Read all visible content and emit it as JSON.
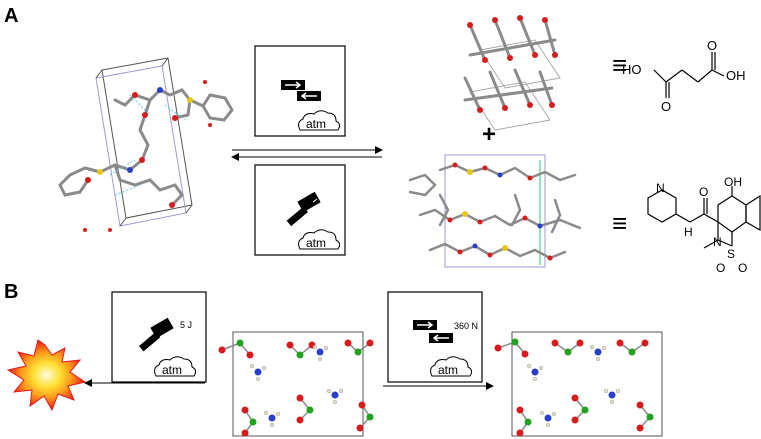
{
  "panels": {
    "a_label": "A",
    "b_label": "B",
    "plus": "+",
    "equiv": "≡"
  },
  "pressure_box": {
    "label": "atm"
  },
  "hammer_box": {
    "label": "atm"
  },
  "impact_box": {
    "label": "atm",
    "energy": "5 J"
  },
  "force_box": {
    "label": "atm",
    "force": "360 N"
  },
  "succinic_acid": {
    "left_group": "HO",
    "right_group": "OH"
  },
  "piroxicam": {
    "hydroxyl": "OH",
    "amide_nh": "H",
    "ring_n": "N",
    "pyridine_n": "N",
    "sulfur": "S",
    "oxygen_1": "O",
    "oxygen_2": "O",
    "carbonyl_o": "O"
  },
  "colors": {
    "bond_gray": "#8a8a8a",
    "oxygen": "#d81b1b",
    "sulfur": "#e6c619",
    "nitrogen": "#2a3fc9",
    "boron": "#1fa31f",
    "hbond": "#4fd0e6",
    "explosion_outer": "#e41a1a",
    "explosion_inner": "#ffe033"
  }
}
